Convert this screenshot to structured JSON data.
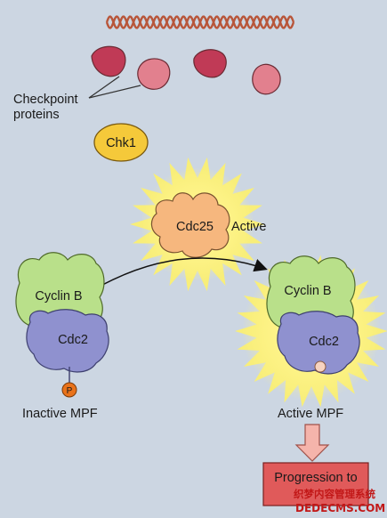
{
  "labels": {
    "checkpoint_line1": "Checkpoint",
    "checkpoint_line2": "proteins",
    "chk1": "Chk1",
    "cdc25": "Cdc25",
    "active": "Active",
    "cyclin_b_left": "Cyclin B",
    "cdc2_left": "Cdc2",
    "phosphate": "P",
    "inactive_mpf": "Inactive MPF",
    "cyclin_b_right": "Cyclin B",
    "cdc2_right": "Cdc2",
    "active_mpf": "Active MPF",
    "progression": "Progression to"
  },
  "watermark": {
    "line1": "织梦内容管理系统",
    "line2": "DEDECMS.COM"
  },
  "colors": {
    "background": "#ccd6e2",
    "dna_strand": "#b8563a",
    "checkpoint_dark": "#c03a56",
    "checkpoint_light": "#e2808e",
    "chk1_fill": "#f5c93a",
    "cdc25_fill": "#f6b77e",
    "glow": "#fff266",
    "cyclin_fill": "#b9e08a",
    "cdc2_fill": "#8f91cf",
    "phosphate_fill": "#e9721a",
    "progression_fill": "#e05a5a",
    "arrow_fill": "#f5b4ab"
  }
}
